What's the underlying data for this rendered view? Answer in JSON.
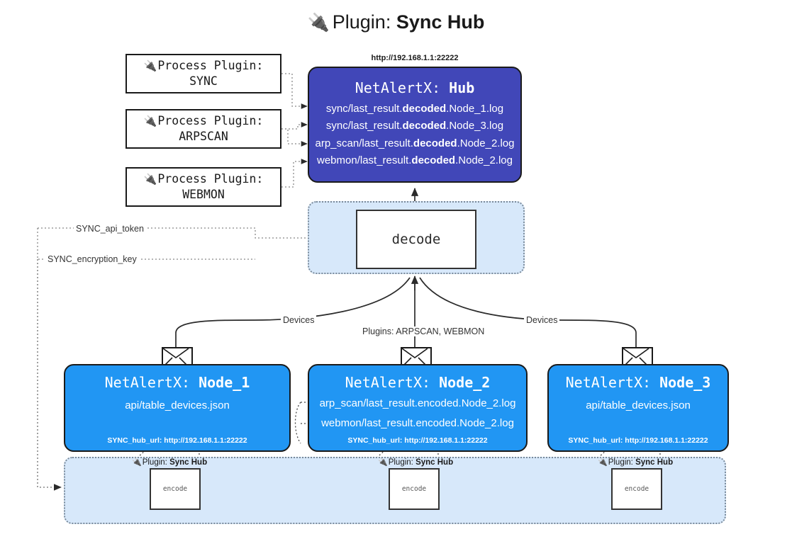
{
  "title": {
    "icon": "plug-icon",
    "prefix": "Plugin: ",
    "name": "Sync Hub"
  },
  "process_plugins": [
    {
      "label": "Process Plugin:",
      "name": "SYNC",
      "icon": "plug-icon"
    },
    {
      "label": "Process Plugin:",
      "name": "ARPSCAN",
      "icon": "plug-icon"
    },
    {
      "label": "Process Plugin:",
      "name": "WEBMON",
      "icon": "plug-icon"
    }
  ],
  "hub": {
    "url": "http://192.168.1.1:22222",
    "title_prefix": "NetAlertX: ",
    "title_name": "Hub",
    "logs": [
      {
        "pre": "sync/last_result.",
        "mid": "decoded",
        "post": ".Node_1.log"
      },
      {
        "pre": "sync/last_result.",
        "mid": "decoded",
        "post": ".Node_3.log"
      },
      {
        "pre": "arp_scan/last_result.",
        "mid": "decoded",
        "post": ".Node_2.log"
      },
      {
        "pre": "webmon/last_result.",
        "mid": "decoded",
        "post": ".Node_2.log"
      }
    ]
  },
  "decode": {
    "label": "decode"
  },
  "settings": {
    "api_token": "SYNC_api_token",
    "encryption_key": "SYNC_encryption_key"
  },
  "edge_labels": {
    "devices_left": "Devices",
    "devices_right": "Devices",
    "plugins_center": "Plugins: ARPSCAN, WEBMON"
  },
  "nodes": [
    {
      "title_prefix": "NetAlertX: ",
      "title_name": "Node_1",
      "lines": [
        "api/table_devices.json"
      ],
      "footer": "SYNC_hub_url: http://192.168.1.1:22222",
      "icon": "envelope-icon"
    },
    {
      "title_prefix": "NetAlertX: ",
      "title_name": "Node_2",
      "lines": [
        "arp_scan/last_result.encoded.Node_2.log",
        "webmon/last_result.encoded.Node_2.log"
      ],
      "footer": "SYNC_hub_url: http://192.168.1.1:22222",
      "icon": "envelope-icon"
    },
    {
      "title_prefix": "NetAlertX: ",
      "title_name": "Node_3",
      "lines": [
        "api/table_devices.json"
      ],
      "footer": "SYNC_hub_url: http://192.168.1.1:22222",
      "icon": "envelope-icon"
    }
  ],
  "encode_panel": {
    "items": [
      {
        "label_prefix": "Plugin: ",
        "label_name": "Sync Hub",
        "box": "encode",
        "icon": "plug-icon"
      },
      {
        "label_prefix": "Plugin: ",
        "label_name": "Sync Hub",
        "box": "encode",
        "icon": "plug-icon"
      },
      {
        "label_prefix": "Plugin: ",
        "label_name": "Sync Hub",
        "box": "encode",
        "icon": "plug-icon"
      }
    ]
  },
  "colors": {
    "hub": "#4147b8",
    "node": "#2196f3",
    "panel": "#d7e8fa",
    "stroke": "#1a1a1a"
  }
}
